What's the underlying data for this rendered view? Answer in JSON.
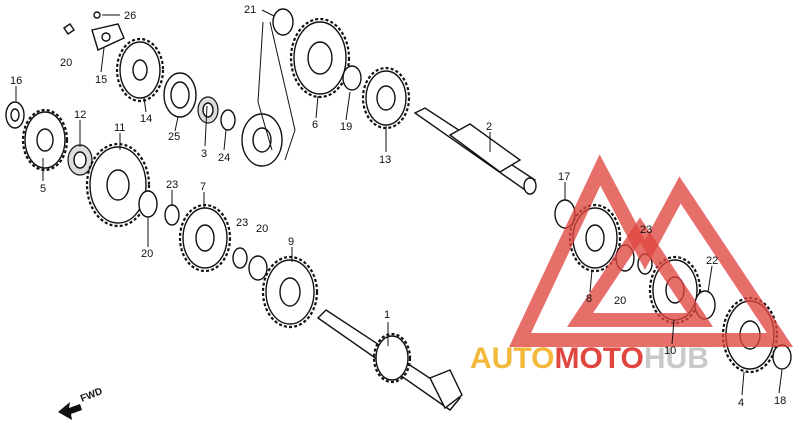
{
  "callouts": [
    "1",
    "2",
    "3",
    "4",
    "5",
    "6",
    "7",
    "8",
    "9",
    "10",
    "11",
    "12",
    "13",
    "14",
    "15",
    "16",
    "17",
    "18",
    "19",
    "20",
    "21",
    "22",
    "23",
    "24",
    "25",
    "26"
  ],
  "direction_label": "FWD",
  "watermark": {
    "part1": "AUTO",
    "part2": "MOTO",
    "part3": "HUB",
    "color_primary": "#e0463f",
    "color_secondary": "#f2b93c",
    "color_muted": "#c9c9c9"
  }
}
